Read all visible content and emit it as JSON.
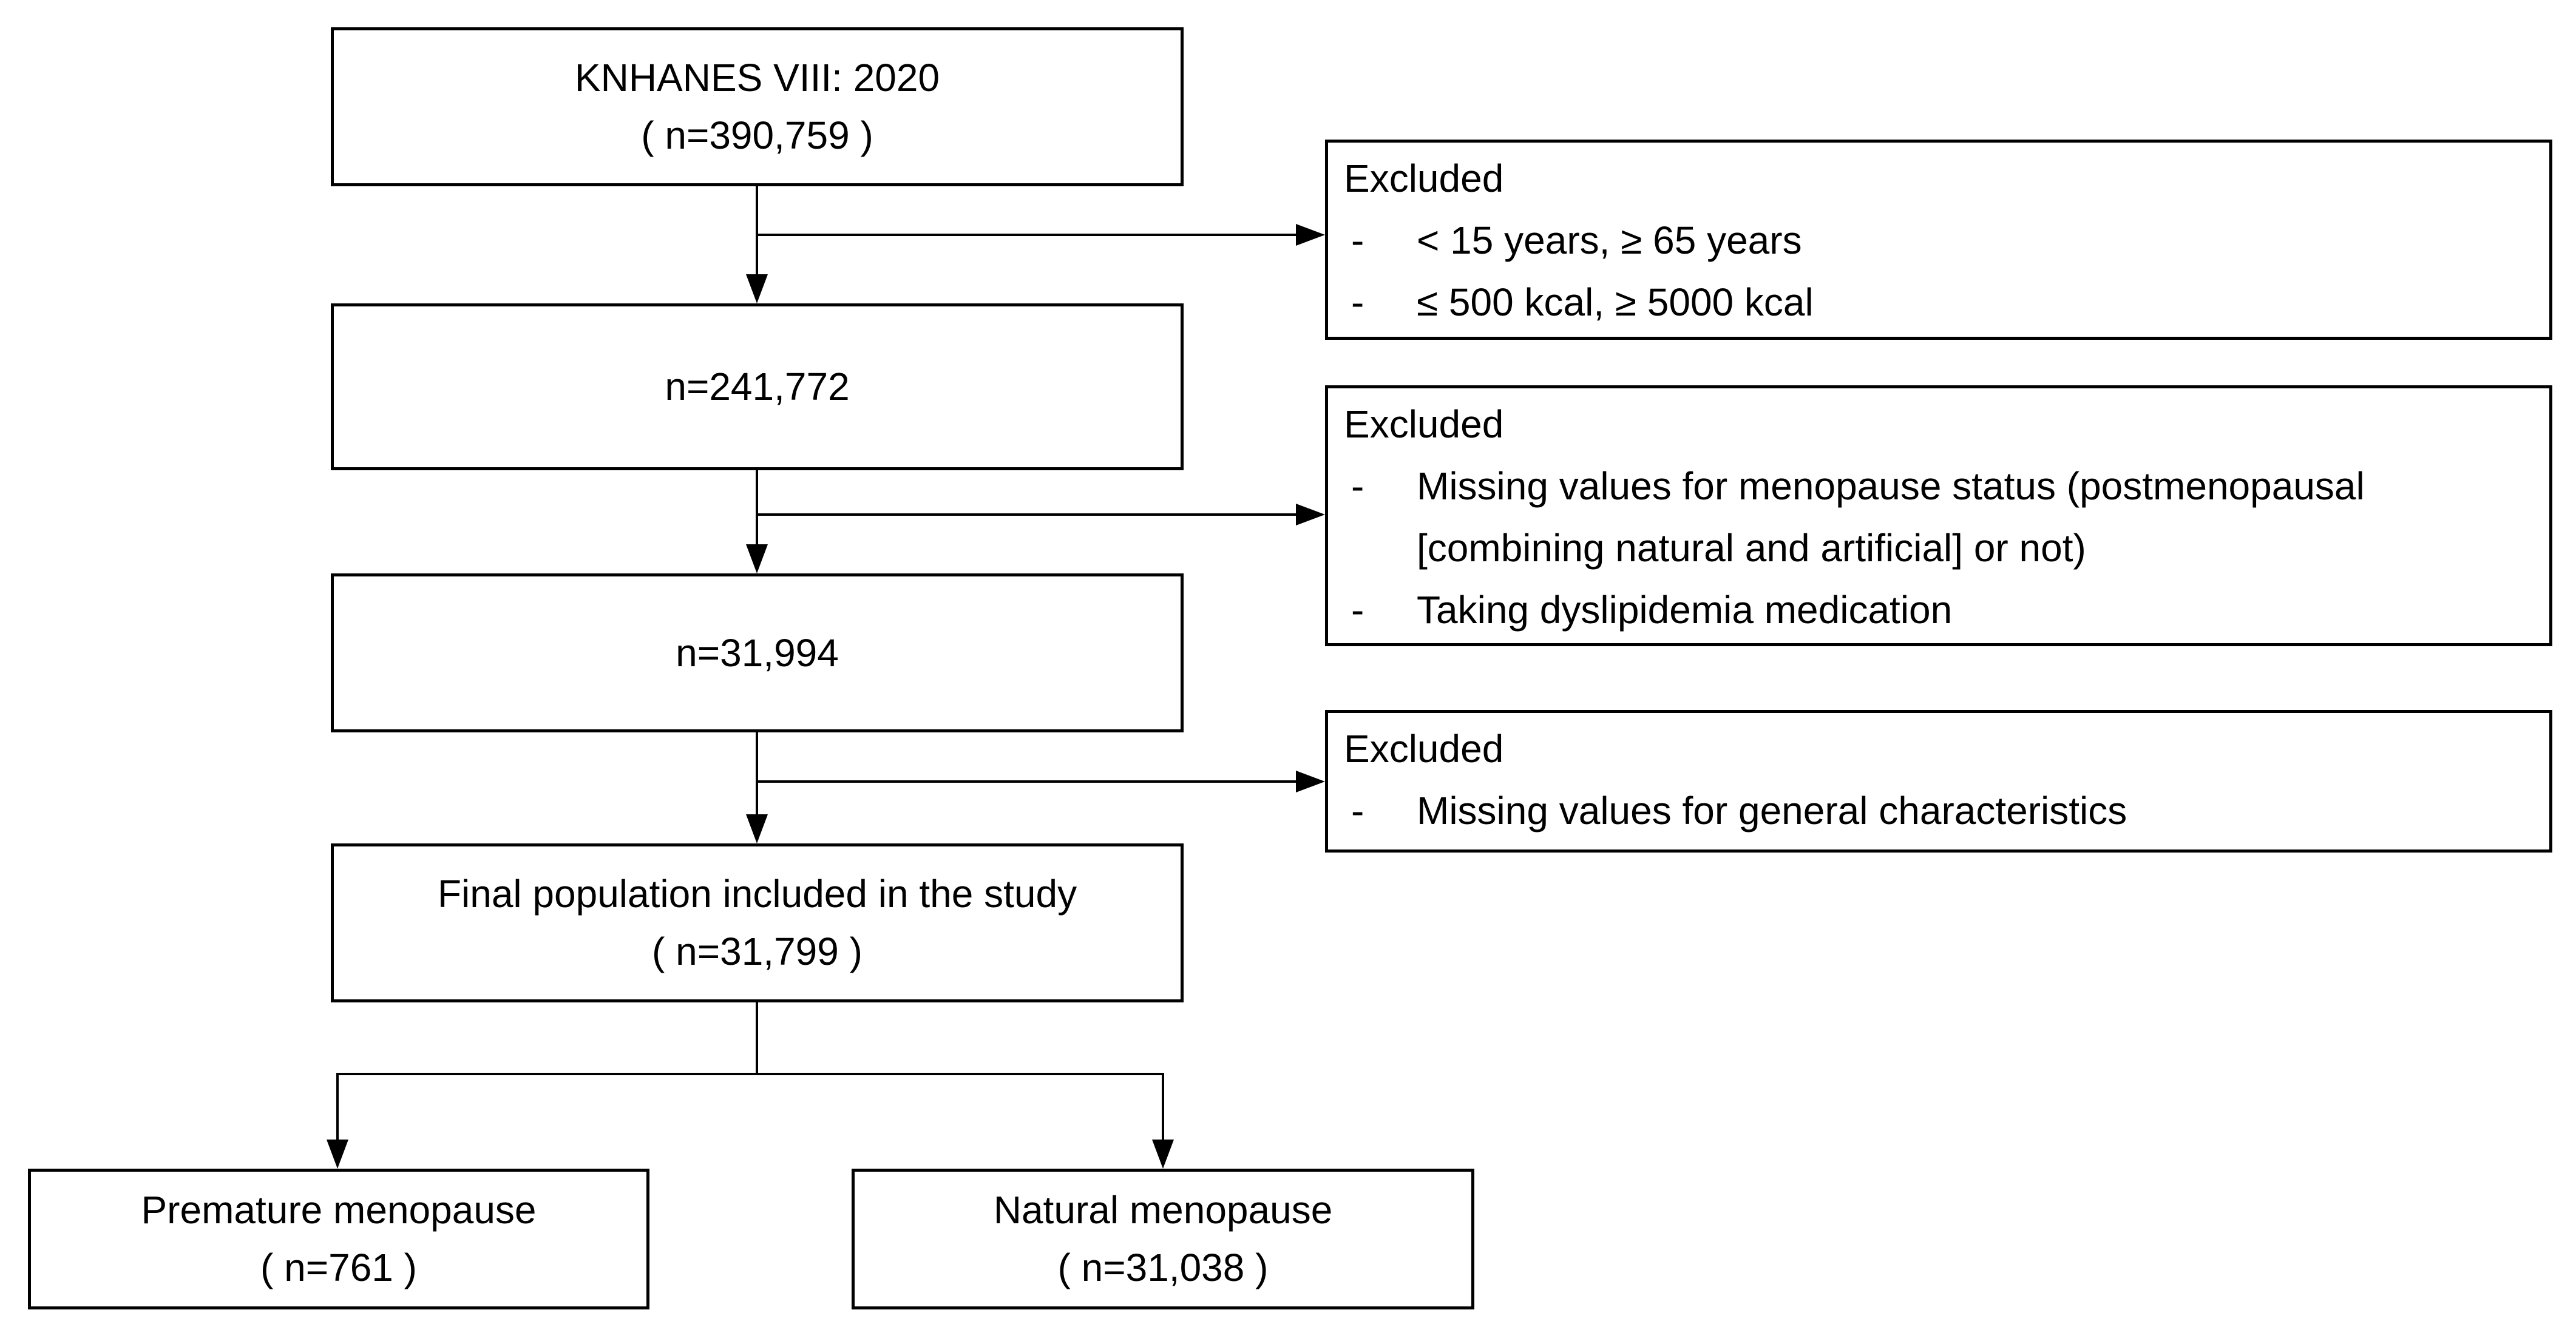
{
  "bullet": "-",
  "boxes": {
    "source": {
      "line1": "KNHANES VIII: 2020",
      "line2": "( n=390,759 )"
    },
    "after_age_kcal": {
      "line1": "n=241,772"
    },
    "after_menopause_criteria": {
      "line1": "n=31,994"
    },
    "final": {
      "line1": "Final population included in the study",
      "line2": "( n=31,799 )"
    },
    "premature": {
      "line1": "Premature menopause",
      "line2": "( n=761 )"
    },
    "natural": {
      "line1": "Natural menopause",
      "line2": "( n=31,038 )"
    }
  },
  "exclusions": [
    {
      "header": "Excluded",
      "items": [
        "< 15 years, ≥ 65 years",
        "≤ 500 kcal, ≥ 5000 kcal"
      ]
    },
    {
      "header": "Excluded",
      "items": [
        "Missing values for menopause status (postmenopausal [combining natural and artificial] or not)",
        "Taking dyslipidemia medication"
      ]
    },
    {
      "header": "Excluded",
      "items": [
        "Missing values for general characteristics"
      ]
    }
  ],
  "colors": {
    "background": "#ffffff",
    "box_border": "#000000",
    "text": "#000000",
    "line": "#000000"
  }
}
